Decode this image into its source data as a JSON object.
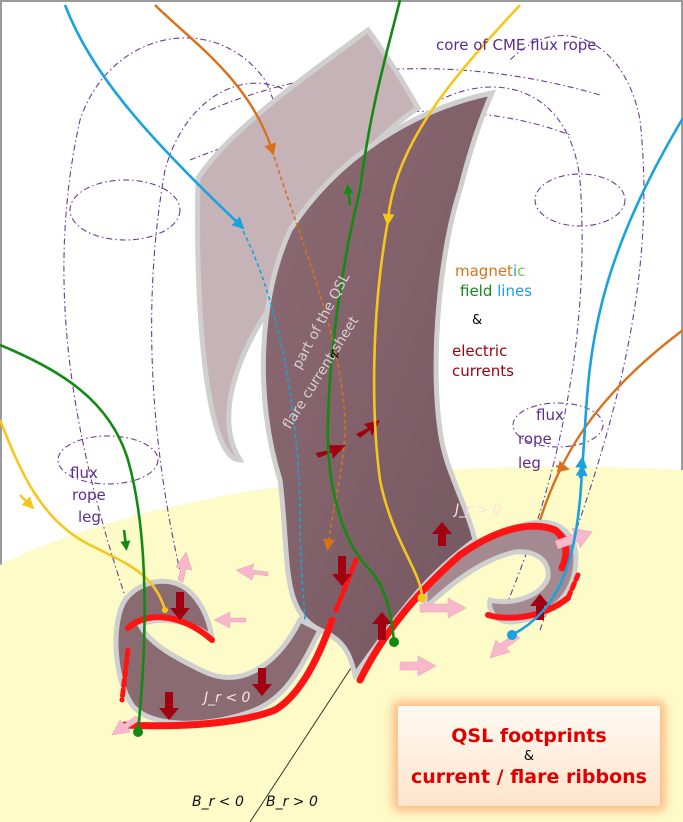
{
  "labels": {
    "core_flux_rope": "core of  CME flux  rope",
    "legend_magnetic_part1": "magnet",
    "legend_magnetic_part2": "i",
    "legend_magnetic_part3": "c",
    "legend_field_part1": "field",
    "legend_field_part2": " lines",
    "legend_and": "&",
    "legend_electric": "electric",
    "legend_currents": "currents",
    "qsl_label": "part of the QSL",
    "qsl_amp": "&",
    "flare_sheet": "flare current sheet",
    "flux_rope_leg_left": [
      "flux",
      "rope",
      "leg"
    ],
    "flux_rope_leg_right": [
      "flux",
      "rope",
      "leg"
    ],
    "jr_positive": "J_r > 0",
    "jr_negative": "J_r < 0",
    "br_negative": "B_r < 0",
    "br_positive": "B_r > 0"
  },
  "legend_box": {
    "line1": "QSL footprints",
    "amp": "&",
    "line2": "current / flare ribbons"
  },
  "colors": {
    "sun_surface": "#fdfbc8",
    "sheet_light": "#bfb0b6",
    "sheet_dark": "#7f5f66",
    "ribbon": "#ff1414",
    "current_arrow": "#a00010",
    "flow_arrow": "#f7b8cc",
    "field_green": "#138a13",
    "field_blue": "#1aa2de",
    "field_yellow": "#f5c71e",
    "field_orange": "#d9711b",
    "rope_outline": "#6a3b9a"
  }
}
